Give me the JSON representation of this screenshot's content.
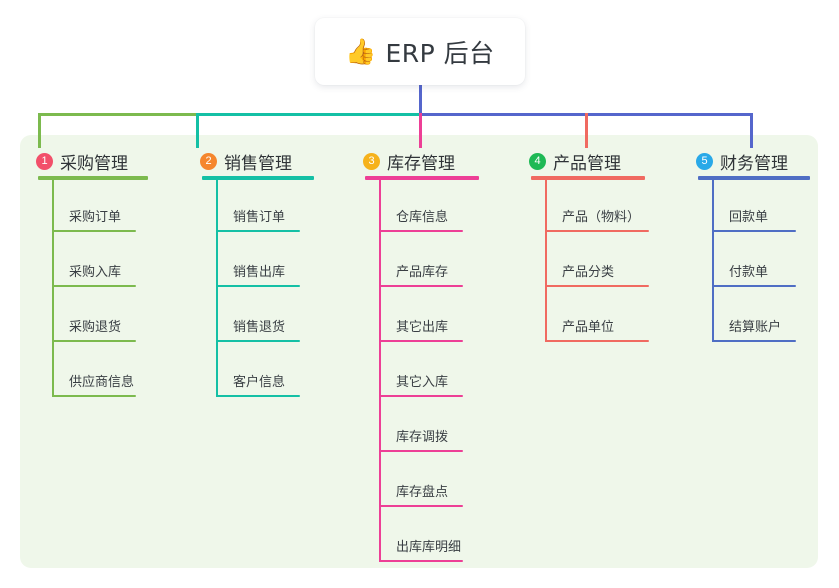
{
  "root": {
    "icon": "thumbs-up-icon",
    "emoji": "👍",
    "title": "ERP 后台"
  },
  "colors": {
    "panel_bg": "#eff7ea",
    "root_card_bg": "#ffffff",
    "connector_green": "#7cba4e",
    "connector_teal": "#14c0a5",
    "connector_blue": "#5566cc",
    "connector_pink": "#ed3f96",
    "connector_red": "#f06a61",
    "connector_blue2": "#4f6ec4",
    "badge_1": "#f2506a",
    "badge_2": "#f5862d",
    "badge_3": "#f6b21b",
    "badge_4": "#1eb955",
    "badge_5": "#29a9e8"
  },
  "columns": [
    {
      "index": "1",
      "title": "采购管理",
      "badge_color": "#f2506a",
      "line_color": "#7cba4e",
      "items": [
        "采购订单",
        "采购入库",
        "采购退货",
        "供应商信息"
      ]
    },
    {
      "index": "2",
      "title": "销售管理",
      "badge_color": "#f5862d",
      "line_color": "#14c0a5",
      "items": [
        "销售订单",
        "销售出库",
        "销售退货",
        "客户信息"
      ]
    },
    {
      "index": "3",
      "title": "库存管理",
      "badge_color": "#f6b21b",
      "line_color": "#ed3f96",
      "items": [
        "仓库信息",
        "产品库存",
        "其它出库",
        "其它入库",
        "库存调拨",
        "库存盘点",
        "出库库明细"
      ]
    },
    {
      "index": "4",
      "title": "产品管理",
      "badge_color": "#1eb955",
      "line_color": "#f06a61",
      "items": [
        "产品（物料）",
        "产品分类",
        "产品单位"
      ]
    },
    {
      "index": "5",
      "title": "财务管理",
      "badge_color": "#29a9e8",
      "line_color": "#4f6ec4",
      "items": [
        "回款单",
        "付款单",
        "结算账户"
      ]
    }
  ],
  "chart_data": {
    "type": "tree",
    "title": "ERP 后台",
    "nodes": [
      {
        "label": "采购管理",
        "order": 1,
        "children": [
          "采购订单",
          "采购入库",
          "采购退货",
          "供应商信息"
        ]
      },
      {
        "label": "销售管理",
        "order": 2,
        "children": [
          "销售订单",
          "销售出库",
          "销售退货",
          "客户信息"
        ]
      },
      {
        "label": "库存管理",
        "order": 3,
        "children": [
          "仓库信息",
          "产品库存",
          "其它出库",
          "其它入库",
          "库存调拨",
          "库存盘点",
          "出库库明细"
        ]
      },
      {
        "label": "产品管理",
        "order": 4,
        "children": [
          "产品（物料）",
          "产品分类",
          "产品单位"
        ]
      },
      {
        "label": "财务管理",
        "order": 5,
        "children": [
          "回款单",
          "付款单",
          "结算账户"
        ]
      }
    ]
  }
}
